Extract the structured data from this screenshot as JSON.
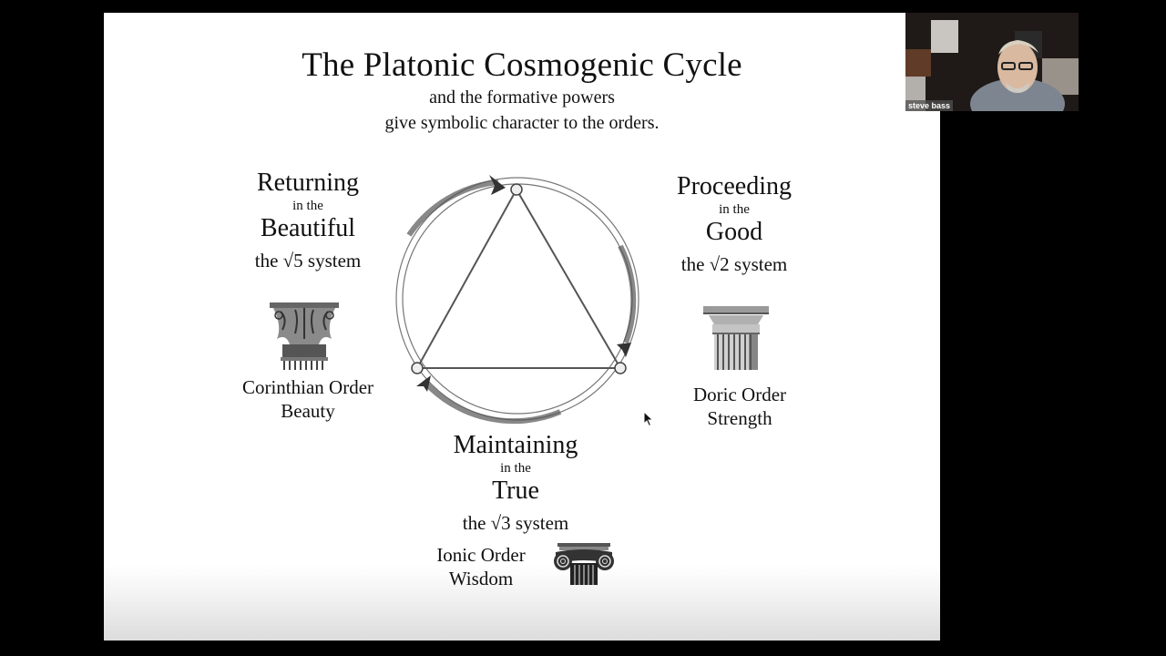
{
  "slide": {
    "title": "The Platonic Cosmogenic Cycle",
    "subtitle_line1": "and the formative powers",
    "subtitle_line2": "give symbolic character to the orders.",
    "left": {
      "heading": "Returning",
      "connector": "in the",
      "principle": "Beautiful",
      "system": "the √5 system",
      "order": "Corinthian Order",
      "quality": "Beauty",
      "icon": "corinthian-capital-icon"
    },
    "right": {
      "heading": "Proceeding",
      "connector": "in the",
      "principle": "Good",
      "system": "the √2 system",
      "order": "Doric Order",
      "quality": "Strength",
      "icon": "doric-column-icon"
    },
    "bottom": {
      "heading": "Maintaining",
      "connector": "in the",
      "principle": "True",
      "system": "the √3 system",
      "order": "Ionic Order",
      "quality": "Wisdom",
      "icon": "ionic-capital-icon"
    },
    "diagram": {
      "shape": "triangle inscribed in circle with clockwise cycle arrows",
      "stroke_color": "#555555"
    }
  },
  "video": {
    "participant_name": "steve bass"
  }
}
